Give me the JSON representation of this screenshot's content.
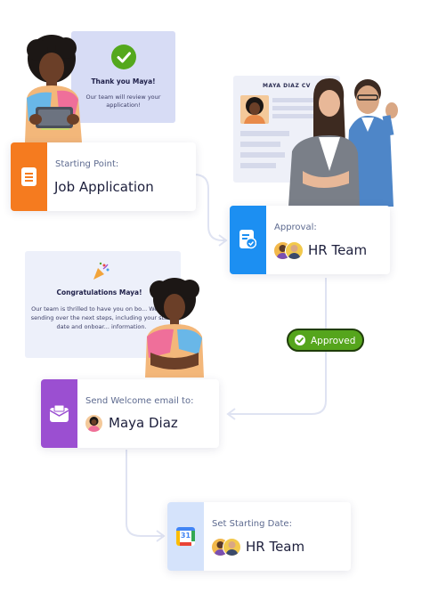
{
  "thank_you_card": {
    "title": "Thank you Maya!",
    "text": "Our team will review your application!"
  },
  "step_job_application": {
    "label": "Starting Point:",
    "value": "Job Application",
    "color": "#f57b1f",
    "icon": "document-icon"
  },
  "cv_card": {
    "title": "MAYA DIAZ CV"
  },
  "step_approval": {
    "label": "Approval:",
    "value": "HR Team",
    "color": "#1c8ff2",
    "icon": "approval-document-icon"
  },
  "congrats_card": {
    "title": "Congratulations Maya!",
    "text": "Our team is thrilled to have you on bo... We'll be sending over the next steps, including your start date and onboar... information."
  },
  "approved_badge": {
    "label": "Approved",
    "color": "#55a51c"
  },
  "step_welcome_email": {
    "label": "Send Welcome email to:",
    "value": "Maya Diaz",
    "color": "#9b4fd1",
    "icon": "email-icon"
  },
  "step_starting_date": {
    "label": "Set Starting Date:",
    "value": "HR Team",
    "color": "#d5e3fb",
    "icon": "calendar-icon",
    "calendar_day": "31"
  }
}
